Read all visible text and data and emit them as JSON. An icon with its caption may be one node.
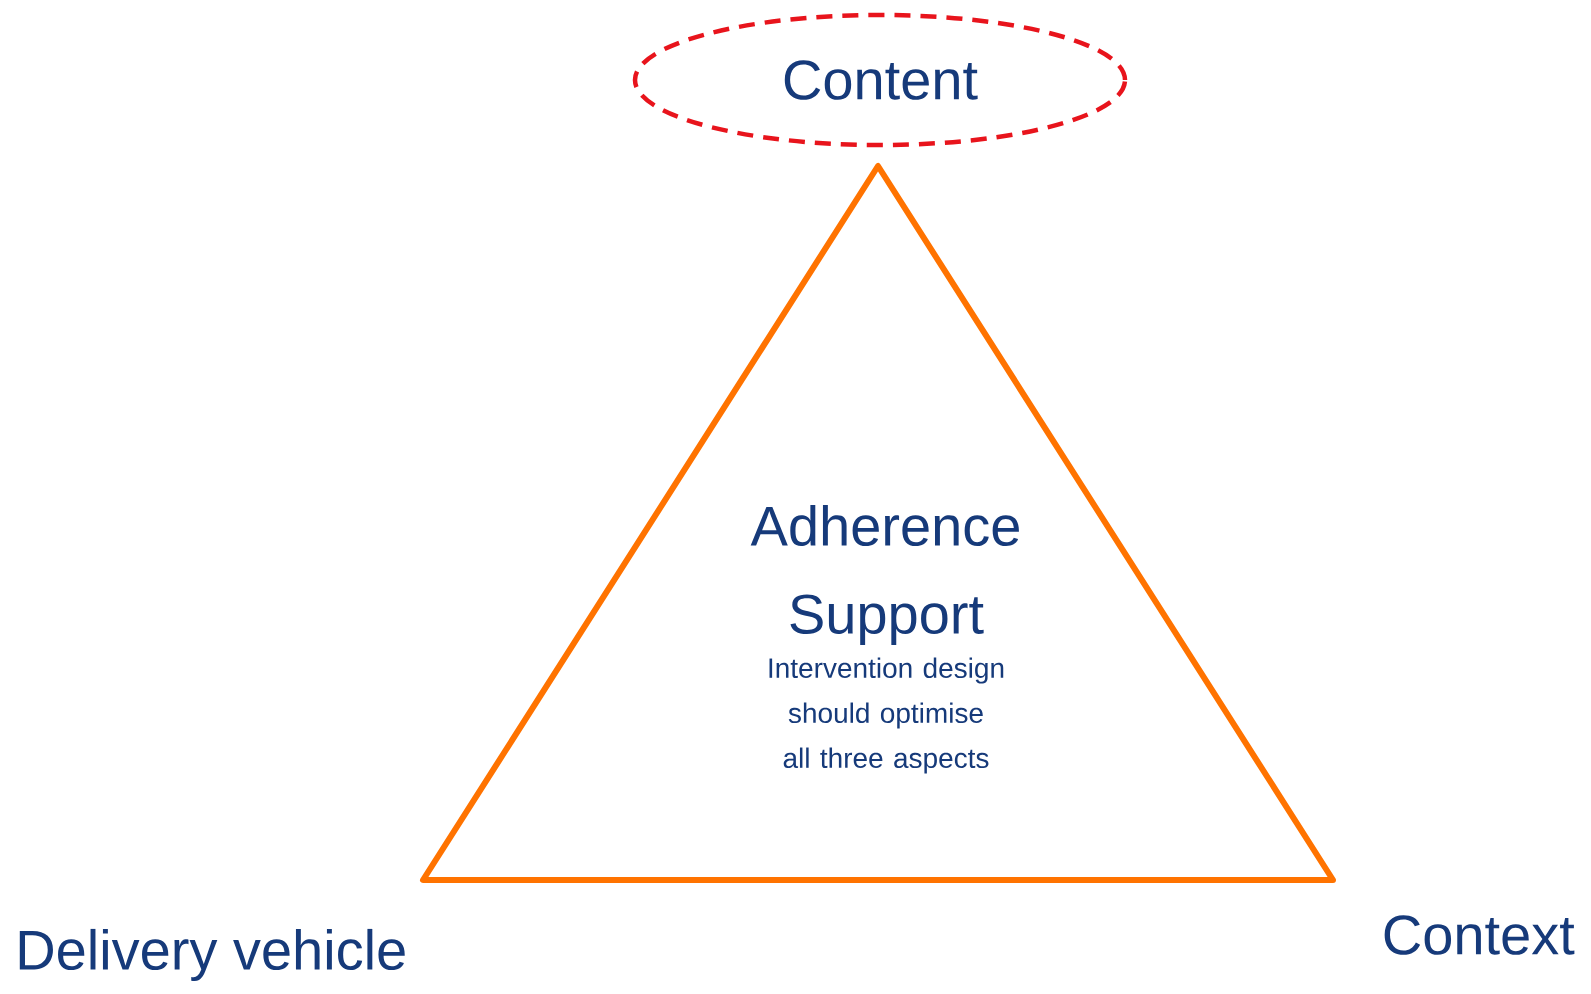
{
  "diagram": {
    "nodes": [
      {
        "text": [
          "Content"
        ]
      },
      {
        "text": [
          "Adherence Support",
          "Intervention design should optimise all three aspects"
        ]
      }
    ],
    "labels": [
      "Delivery vehicle",
      "Context"
    ]
  }
}
